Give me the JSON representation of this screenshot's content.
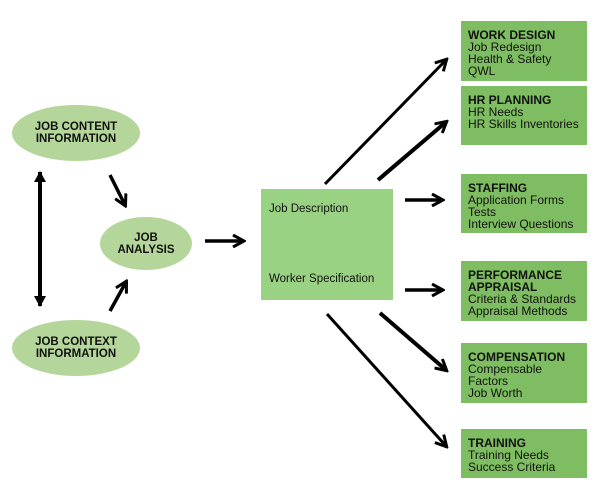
{
  "inputs": {
    "job_content": "JOB CONTENT\nINFORMATION",
    "job_context": "JOB CONTEXT\nINFORMATION",
    "job_analysis": "JOB\nANALYSIS"
  },
  "center": {
    "job_description": "Job Description",
    "worker_specification": "Worker Specification"
  },
  "outputs": [
    {
      "title": "WORK DESIGN",
      "items": [
        "Job Redesign",
        "Health & Safety",
        "QWL"
      ]
    },
    {
      "title": "HR PLANNING",
      "items": [
        "HR Needs",
        "HR Skills Inventories"
      ]
    },
    {
      "title": "STAFFING",
      "items": [
        "Application Forms",
        "Tests",
        "Interview Questions"
      ]
    },
    {
      "title": "PERFORMANCE APPRAISAL",
      "items": [
        "Criteria & Standards",
        "Appraisal Methods"
      ]
    },
    {
      "title": "COMPENSATION",
      "items": [
        "Compensable Factors",
        "Job Worth"
      ]
    },
    {
      "title": "TRAINING",
      "items": [
        "Training Needs",
        "Success Criteria"
      ]
    }
  ],
  "colors": {
    "ellipse": "#b5d69a",
    "center_box": "#9ad284",
    "output_box": "#7ebd61",
    "arrow": "#000000"
  }
}
